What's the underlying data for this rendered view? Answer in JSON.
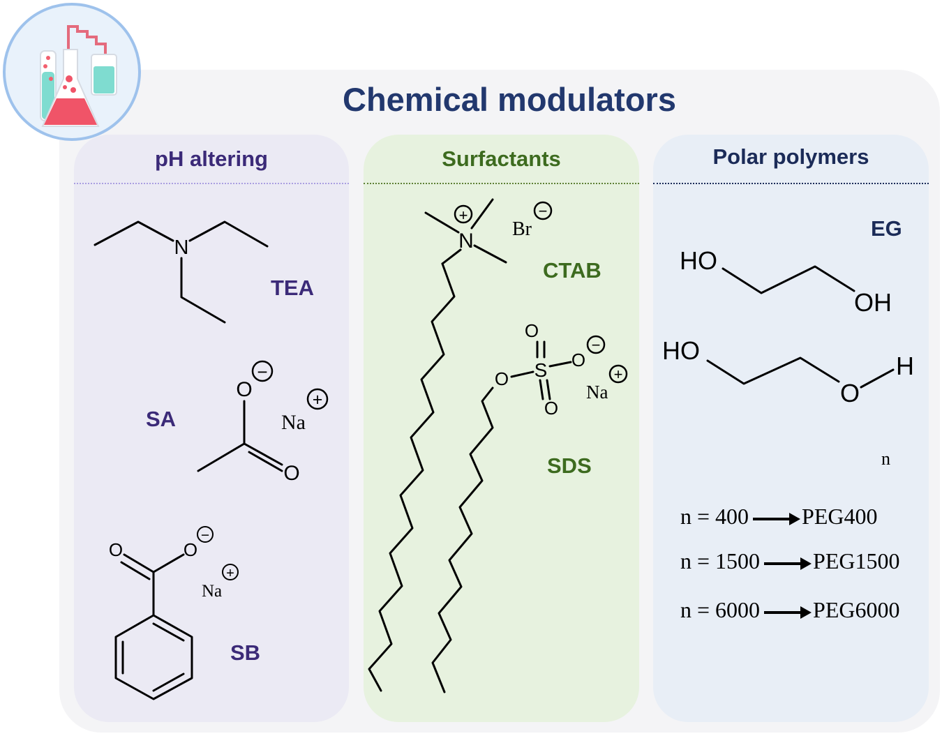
{
  "title": "Chemical modulators",
  "panels": {
    "ph": {
      "title": "pH altering",
      "labels": [
        "TEA",
        "SA",
        "SB"
      ]
    },
    "surfactants": {
      "title": "Surfactants",
      "labels": [
        "CTAB",
        "SDS"
      ]
    },
    "polymers": {
      "title": "Polar polymers",
      "labels": [
        "EG"
      ]
    }
  },
  "atoms": {
    "N": "N",
    "O": "O",
    "Na": "Na",
    "Br": "Br",
    "S": "S",
    "HO": "HO",
    "OH": "OH",
    "H": "H",
    "n": "n",
    "plus": "+",
    "minus": "−"
  },
  "peg": [
    {
      "n": "n = 400",
      "name": "PEG400"
    },
    {
      "n": "n = 1500",
      "name": "PEG1500"
    },
    {
      "n": "n = 6000",
      "name": "PEG6000"
    }
  ],
  "colors": {
    "title": "#22386e",
    "ph": "#3b2a78",
    "surfactants": "#3d6b1f",
    "polymers": "#1b2b58"
  }
}
